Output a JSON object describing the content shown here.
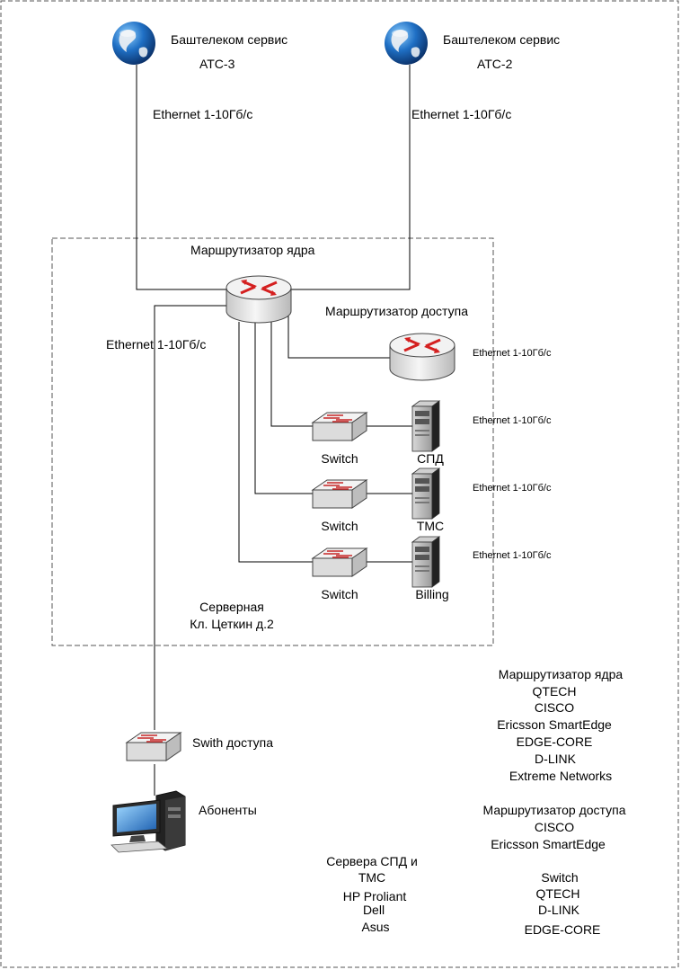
{
  "providers": [
    {
      "name": "Баштелеком сервис",
      "station": "АТС-3",
      "link": "Ethernet 1-10Гб/с"
    },
    {
      "name": "Баштелеком сервис",
      "station": "АТС-2",
      "link": "Ethernet 1-10Гб/с"
    }
  ],
  "server_room": {
    "core_router_label": "Маршрутизатор ядра",
    "access_router_label": "Маршрутизатор доступа",
    "uplink_label": "Ethernet 1-10Гб/с",
    "access_router_link": "Ethernet 1-10Гб/с",
    "rows": [
      {
        "switch": "Switch",
        "server": "СПД",
        "link": "Ethernet 1-10Гб/с"
      },
      {
        "switch": "Switch",
        "server": "ТМС",
        "link": "Ethernet 1-10Гб/с"
      },
      {
        "switch": "Switch",
        "server": "Billing",
        "link": "Ethernet 1-10Гб/с"
      }
    ],
    "caption_line1": "Серверная",
    "caption_line2": "Кл. Цеткин д.2"
  },
  "access_switch_label": "Swith доступа",
  "subscribers_label": "Абоненты",
  "vendors": {
    "core": [
      "Маршрутизатор ядра",
      "QTECH",
      "CISCO",
      "Ericsson SmartEdge",
      "EDGE-CORE",
      "D-LINK",
      "Extreme Networks"
    ],
    "access": [
      "Маршрутизатор доступа",
      "CISCO",
      "Ericsson SmartEdge"
    ],
    "servers": [
      "Сервера СПД и",
      "ТМС",
      "HP Proliant",
      "Dell",
      "Asus"
    ],
    "switch": [
      "Switch",
      "QTECH",
      "D-LINK",
      "EDGE-CORE"
    ]
  },
  "colors": {
    "arrow": "#d42020",
    "device_body": "#e4e4e4",
    "device_top": "#f4f4f4",
    "line": "#000000",
    "dashed_border": "#555555"
  },
  "icons": {
    "provider": "globe-icon",
    "router": "router-icon",
    "switch": "switch-icon",
    "server": "server-tower-icon",
    "subscriber": "workstation-icon"
  }
}
